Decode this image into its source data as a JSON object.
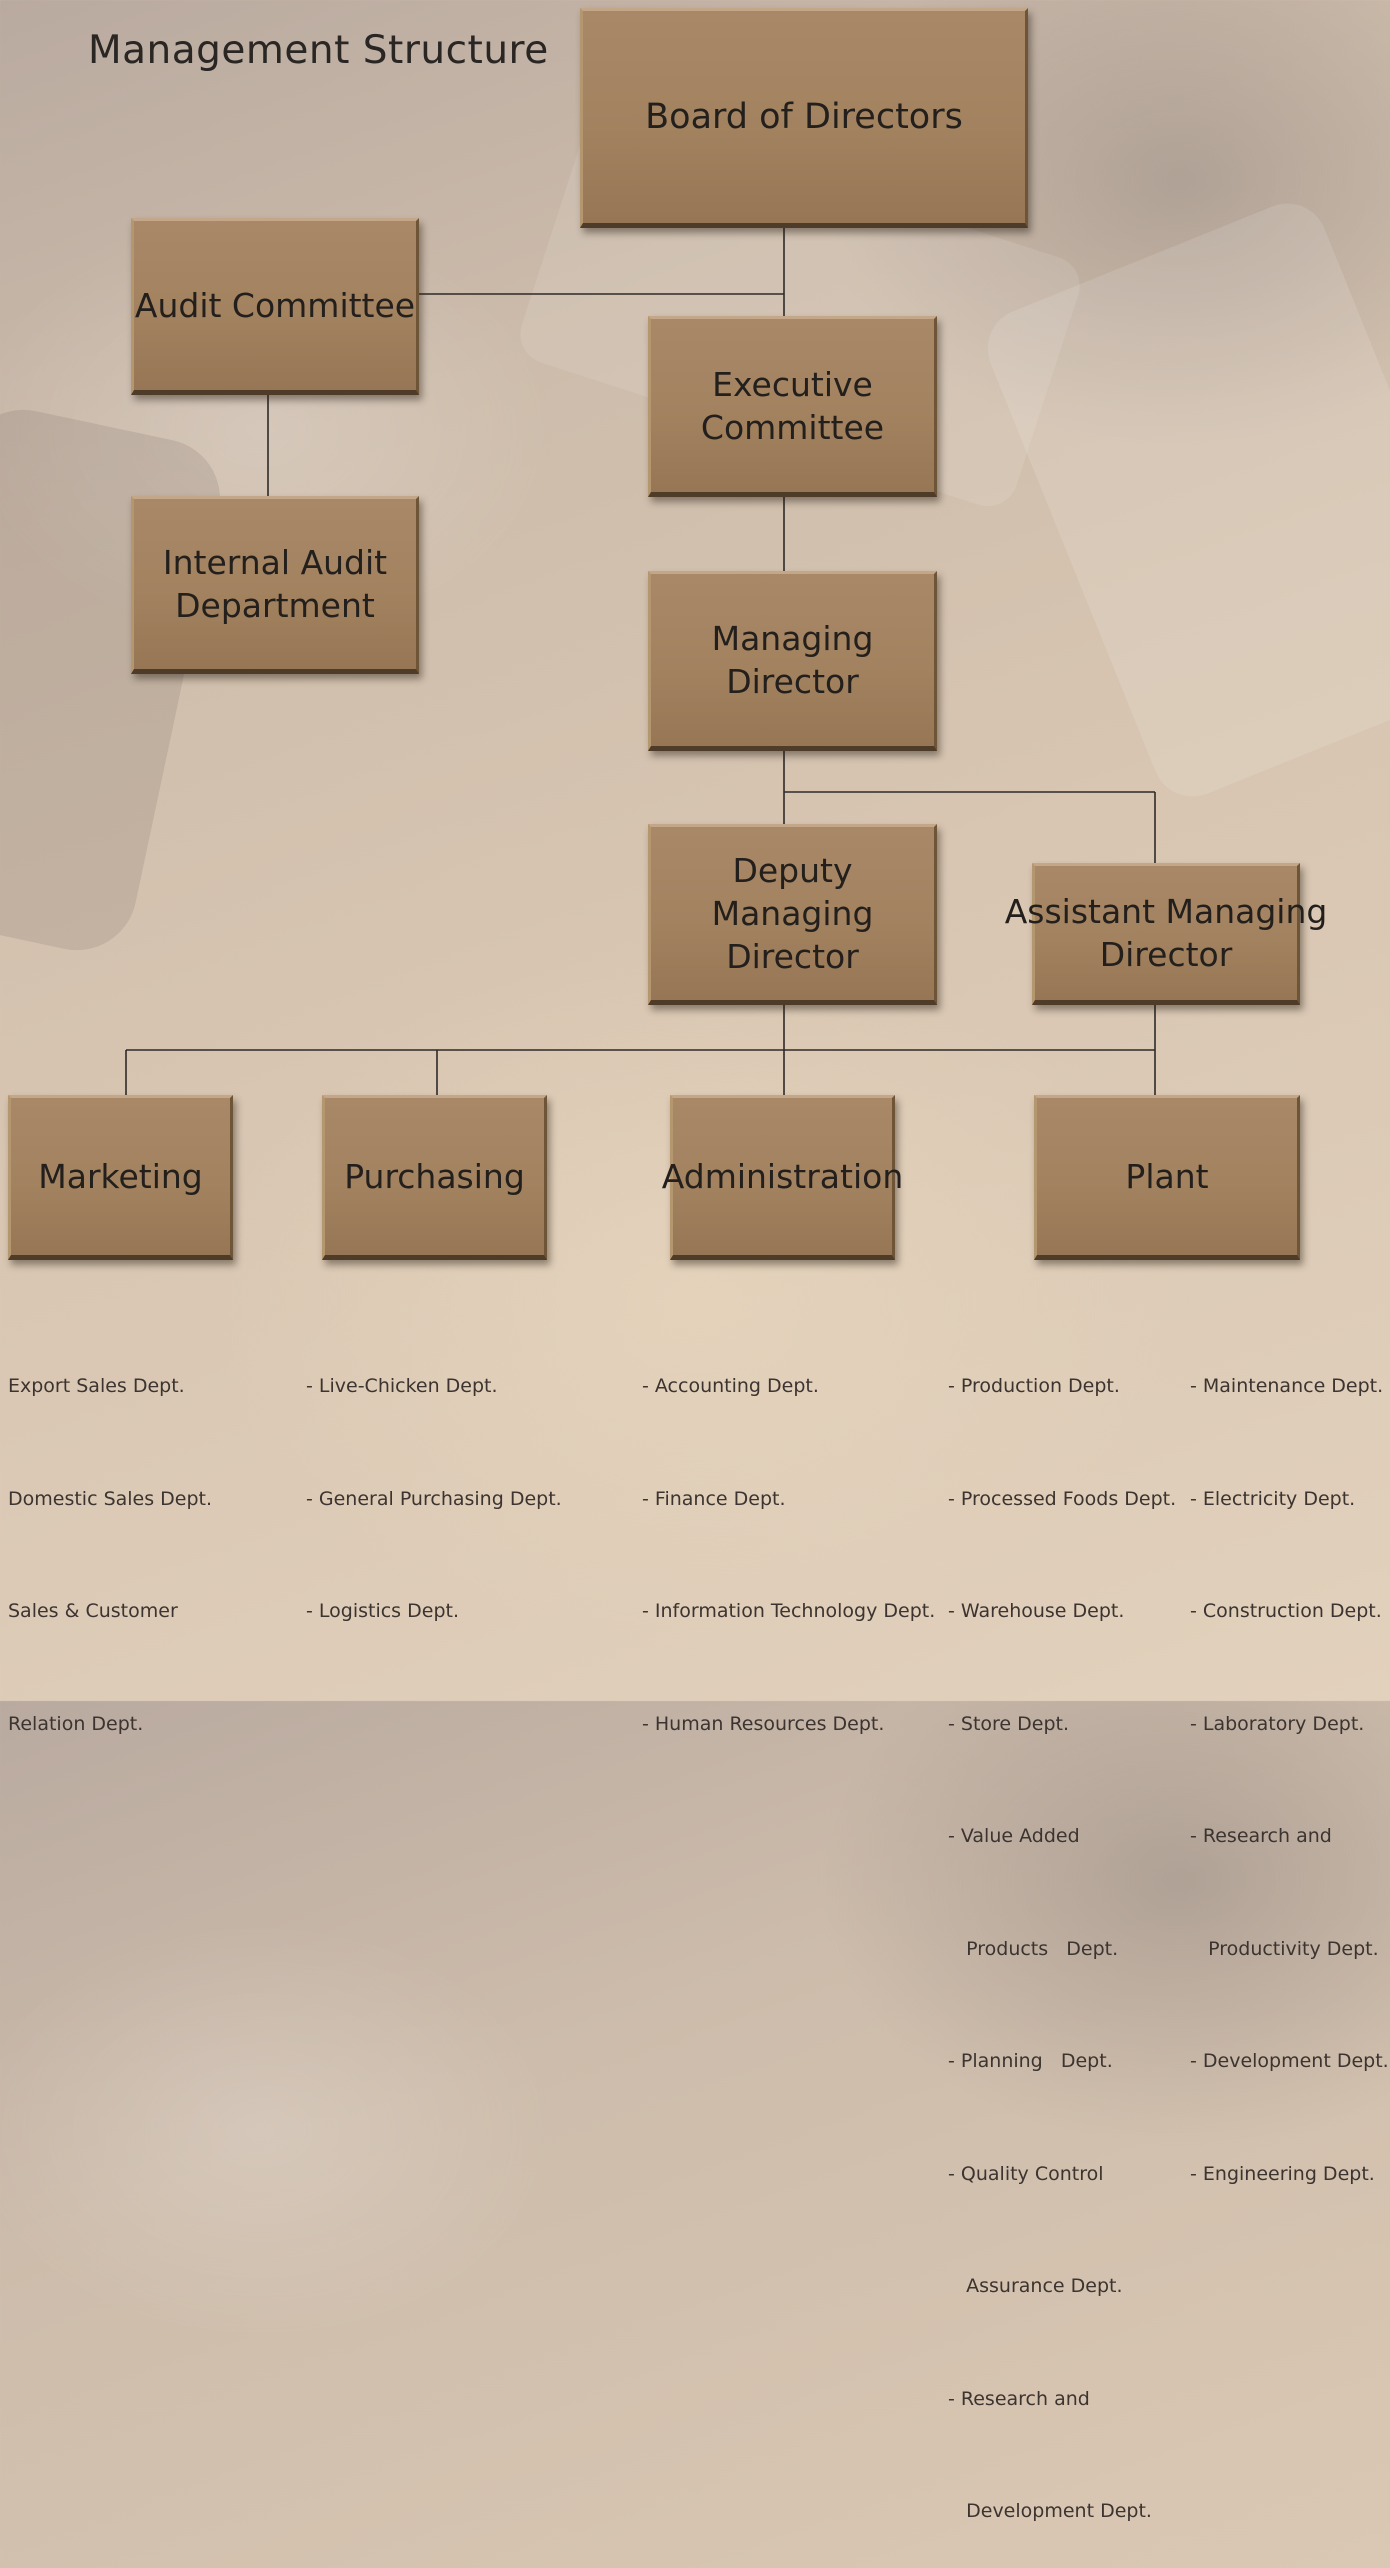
{
  "title": "Management Structure",
  "colors": {
    "box_fill": "#a2825f",
    "connector_line": "#2e2a28",
    "text": "#231f1c",
    "background": "#d8c6b2"
  },
  "nodes": {
    "board": "Board of Directors",
    "audit_committee": "Audit Committee",
    "internal_audit": "Internal Audit\nDepartment",
    "executive_committee": "Executive\nCommittee",
    "managing_director": "Managing Director",
    "deputy_md": "Deputy Managing\nDirector",
    "assistant_md": "Assistant Managing\nDirector",
    "marketing": "Marketing",
    "purchasing": "Purchasing",
    "administration": "Administration",
    "plant": "Plant"
  },
  "departments": {
    "marketing": [
      "Export Sales Dept.",
      "Domestic Sales Dept.",
      "Sales & Customer",
      "Relation Dept."
    ],
    "purchasing": [
      "- Live-Chicken Dept.",
      "- General Purchasing Dept.",
      "- Logistics Dept."
    ],
    "administration": [
      "- Accounting Dept.",
      "- Finance Dept.",
      "- Information Technology Dept.",
      "- Human Resources Dept."
    ],
    "plant_col1": [
      "- Production Dept.",
      "- Processed Foods Dept.",
      "- Warehouse Dept.",
      "- Store Dept.",
      "- Value Added",
      "   Products   Dept.",
      "- Planning   Dept.",
      "- Quality Control",
      "   Assurance Dept.",
      "- Research and",
      "   Development Dept."
    ],
    "plant_col2": [
      "- Maintenance Dept.",
      "- Electricity Dept.",
      "- Construction Dept.",
      "- Laboratory Dept.",
      "- Research and",
      "   Productivity Dept.",
      "- Development Dept.",
      "- Engineering Dept."
    ]
  }
}
